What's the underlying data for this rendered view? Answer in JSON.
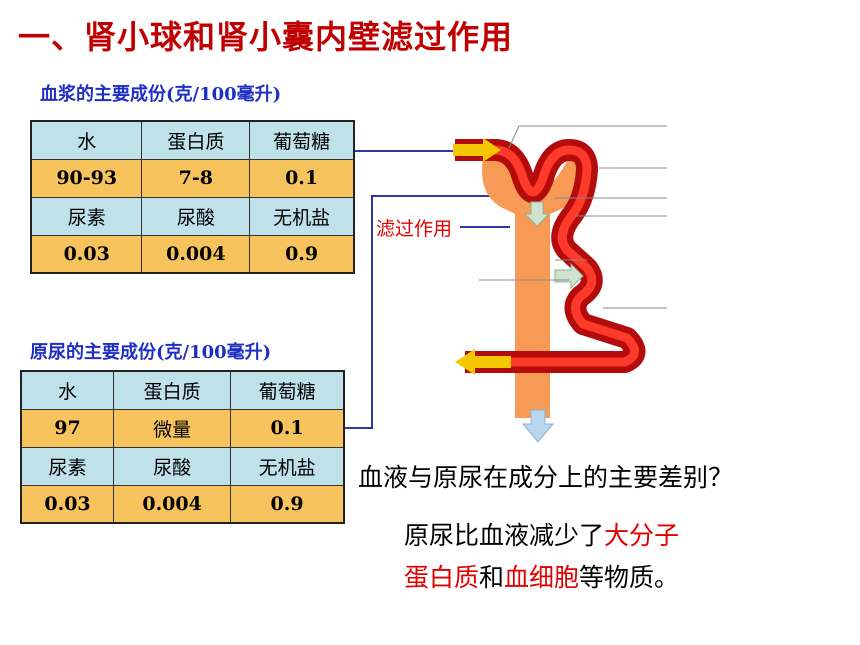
{
  "title": "一、肾小球和肾小囊内壁滤过作用",
  "plasma": {
    "caption": "血浆的主要成份(克/100毫升)",
    "rows": [
      [
        "水",
        "蛋白质",
        "葡萄糖"
      ],
      [
        "90-93",
        "7-8",
        "0.1"
      ],
      [
        "尿素",
        "尿酸",
        "无机盐"
      ],
      [
        "0.03",
        "0.004",
        "0.9"
      ]
    ]
  },
  "urine": {
    "caption": "原尿的主要成份(克/100毫升)",
    "rows": [
      [
        "水",
        "蛋白质",
        "葡萄糖"
      ],
      [
        "97",
        "微量",
        "0.1"
      ],
      [
        "尿素",
        "尿酸",
        "无机盐"
      ],
      [
        "0.03",
        "0.004",
        "0.9"
      ]
    ]
  },
  "diagram": {
    "filter_label": "滤过作用"
  },
  "question": "血液与原尿在成分上的主要差别？",
  "answer": {
    "l1_a": "原尿比血液减少了",
    "l1_b": "大分子",
    "l2_a": "蛋白质",
    "l2_b": "和",
    "l2_c": "血细胞",
    "l2_d": "等物质。"
  },
  "colors": {
    "title": "#c00000",
    "caption": "#1f2fc6",
    "header_bg": "#bfe2ea",
    "value_bg": "#f6c35c",
    "highlight": "#e00000"
  }
}
